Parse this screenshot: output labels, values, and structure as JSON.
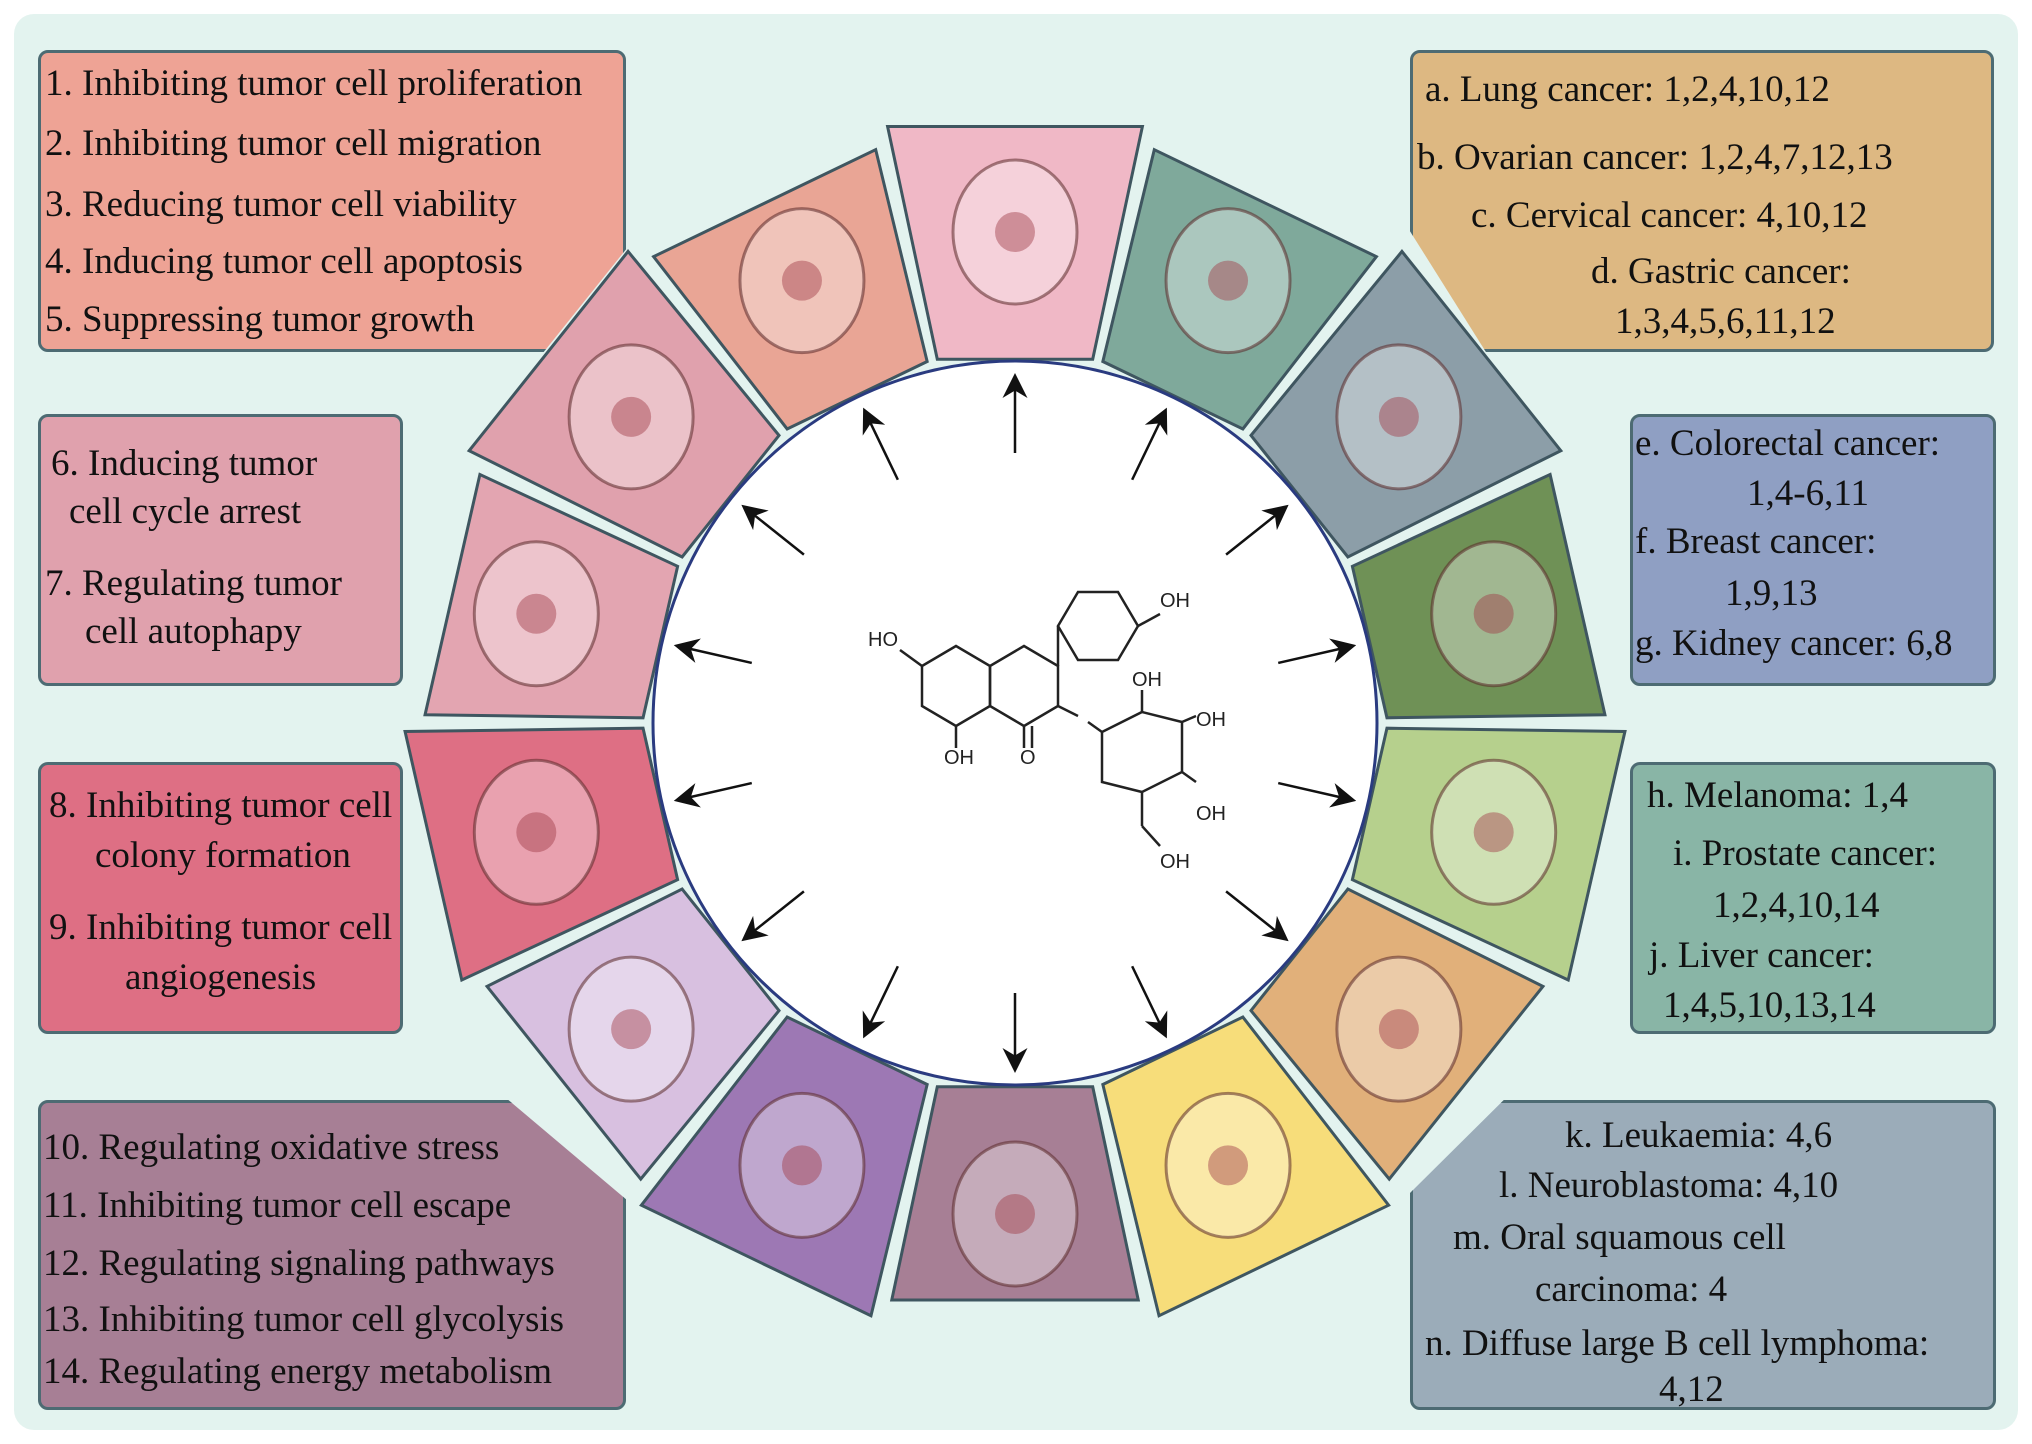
{
  "mechanisms": {
    "group1": [
      "1. Inhibiting tumor cell proliferation",
      "2. Inhibiting tumor cell migration",
      "3. Reducing tumor cell viability",
      "4. Inducing tumor cell apoptosis",
      "5. Suppressing tumor growth"
    ],
    "group2": [
      "6. Inducing tumor",
      "cell cycle arrest",
      "7. Regulating tumor",
      "cell autophapy"
    ],
    "group3": [
      "8. Inhibiting tumor cell",
      "colony formation",
      "9. Inhibiting tumor cell",
      "angiogenesis"
    ],
    "group4": [
      "10. Regulating oxidative stress",
      "11. Inhibiting tumor cell escape",
      "12. Regulating signaling pathways",
      "13. Inhibiting tumor cell glycolysis",
      "14. Regulating energy metabolism"
    ]
  },
  "cancers": {
    "group1": [
      "a. Lung cancer: 1,2,4,10,12",
      "b. Ovarian cancer: 1,2,4,7,12,13",
      "c. Cervical cancer: 4,10,12",
      "d. Gastric cancer:",
      "1,3,4,5,6,11,12"
    ],
    "group2": [
      "e. Colorectal cancer:",
      "1,4-6,11",
      "f. Breast cancer:",
      "1,9,13",
      "g. Kidney cancer: 6,8"
    ],
    "group3": [
      "h. Melanoma: 1,4",
      "i. Prostate cancer:",
      "1,2,4,10,14",
      "j. Liver cancer:",
      "1,4,5,10,13,14"
    ],
    "group4": [
      "k. Leukaemia: 4,6",
      "l. Neuroblastoma: 4,10",
      "m. Oral squamous cell",
      "carcinoma: 4",
      "n. Diffuse large B cell lymphoma:",
      "4,12"
    ]
  },
  "molecule": {
    "oh_top_right": "OH",
    "ho_left": "HO",
    "oh_bottom": "OH",
    "o_carbonyl": "O",
    "oh_sugar1": "OH",
    "oh_sugar2": "OH",
    "oh_sugar3": "OH",
    "oh_sugar4": "OH"
  },
  "colors": {
    "background": "#e3f3ef",
    "segments": [
      "#f0b8c6",
      "#7fa99b",
      "#8c9ea8",
      "#6f9156",
      "#b6d08d",
      "#e1b07a",
      "#f7dd7a",
      "#a77f95",
      "#9d78b4",
      "#d8c0e0",
      "#de6f84",
      "#e3a5b1",
      "#e0a1ad",
      "#e9a595"
    ],
    "panel_mech1": "#eea395",
    "panel_mech2": "#e0a1ad",
    "panel_mech3": "#de6f84",
    "panel_mech4": "#a77f95",
    "panel_canc1": "#ddb882",
    "panel_canc2": "#8f9fc3",
    "panel_canc3": "#89b5a6",
    "panel_canc4": "#9bacb9"
  }
}
